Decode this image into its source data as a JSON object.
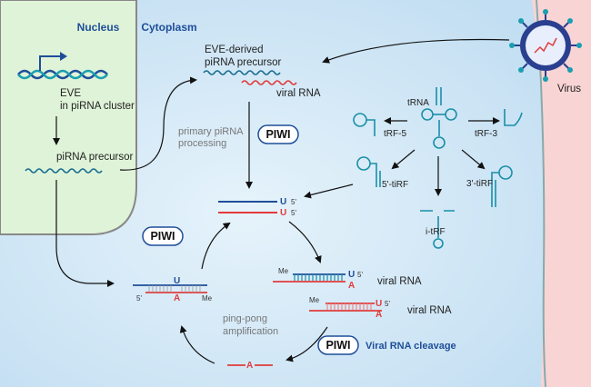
{
  "regions": {
    "nucleus": "Nucleus",
    "cytoplasm": "Cytoplasm",
    "virus": "Virus"
  },
  "labels": {
    "eve_line1": "EVE",
    "eve_line2": "in piRNA cluster",
    "pirna_precursor": "piRNA precursor",
    "eve_derived_1": "EVE-derived",
    "eve_derived_2": "piRNA precursor",
    "viral_rna_top": "viral RNA",
    "primary_1": "primary piRNA",
    "primary_2": "processing",
    "piwi": "PIWI",
    "trna": "tRNA",
    "trf5": "tRF-5",
    "trf3": "tRF-3",
    "five_tirf": "5'-tiRF",
    "three_tirf": "3'-tiRF",
    "itrf": "i-tRF",
    "viral_rna_1": "viral RNA",
    "viral_rna_2": "viral RNA",
    "pingpong_1": "ping-pong",
    "pingpong_2": "amplification",
    "cleavage": "Viral RNA cleavage",
    "u": "U",
    "a": "A",
    "five_prime": "5'",
    "me": "Me"
  },
  "colors": {
    "nucleus_fill": "#dff3d8",
    "cytoplasm_fill": "#cfe6f5",
    "virus_fill": "#f9d4d4",
    "dna_blue": "#1f4e99",
    "dna_teal": "#1a9fb0",
    "rna_red": "#e23b3b",
    "title_blue": "#1f4e99"
  }
}
